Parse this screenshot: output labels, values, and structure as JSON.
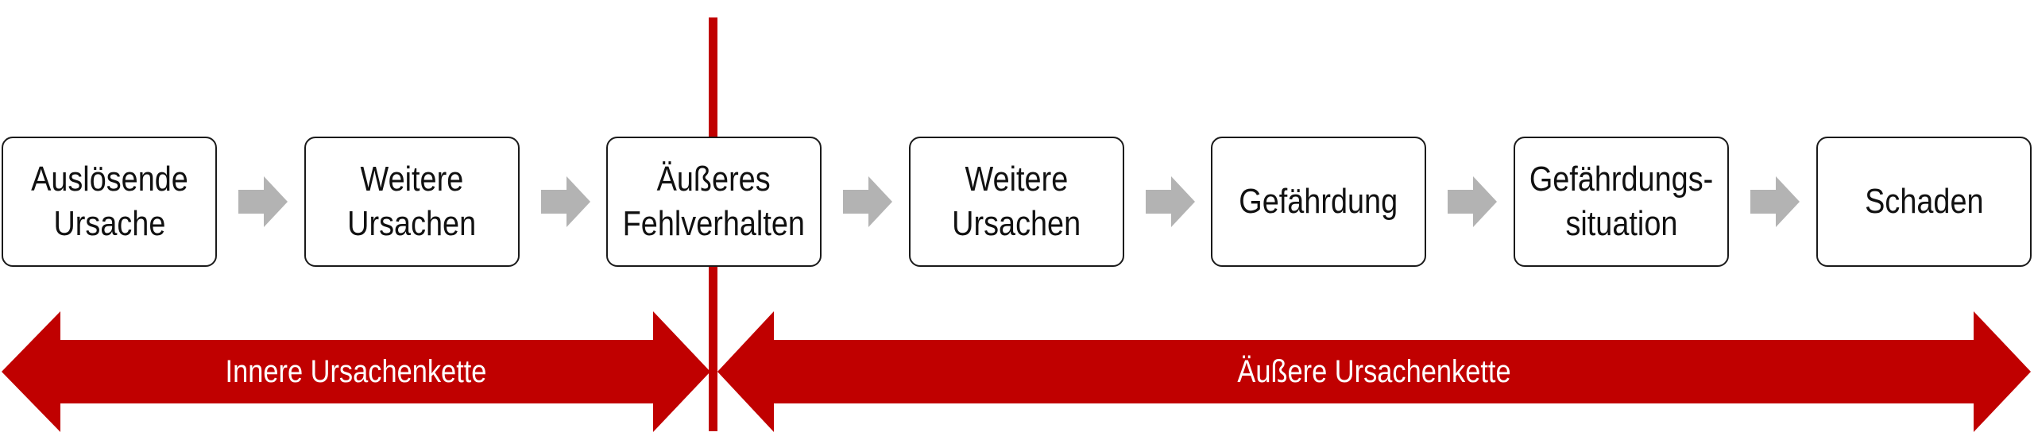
{
  "steps": [
    {
      "lines": [
        "Auslösende",
        "Ursache"
      ]
    },
    {
      "lines": [
        "Weitere",
        "Ursachen"
      ]
    },
    {
      "lines": [
        "Äußeres",
        "Fehlverhalten"
      ]
    },
    {
      "lines": [
        "Weitere",
        "Ursachen"
      ]
    },
    {
      "lines": [
        "Gefährdung"
      ]
    },
    {
      "lines": [
        "Gefährdungs-",
        "situation"
      ]
    },
    {
      "lines": [
        "Schaden"
      ]
    }
  ],
  "chains": {
    "inner": "Innere Ursachenkette",
    "outer": "Äußere Ursachenkette"
  },
  "colors": {
    "accent": "#c00000",
    "connector": "#b3b3b3",
    "box_border": "#1a1a1a",
    "text": "#111111"
  },
  "icons": {
    "connector": "right-arrow-icon",
    "chain_end": "double-headed-arrow-icon"
  }
}
